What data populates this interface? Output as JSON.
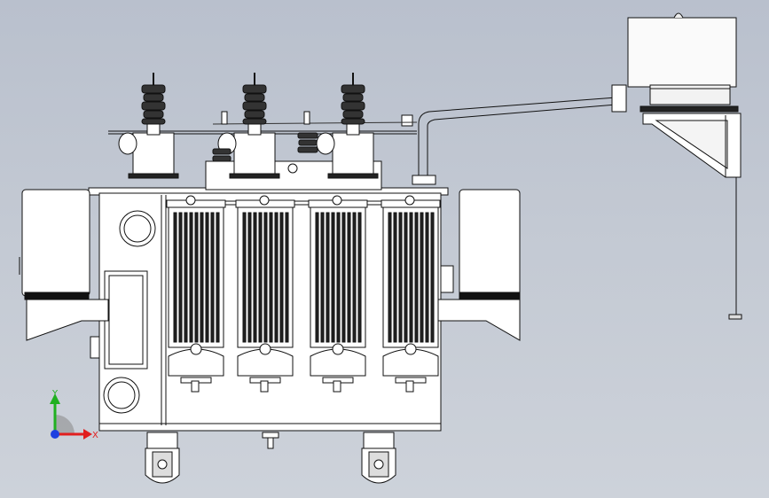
{
  "app": {
    "view": "cad-model-viewport"
  },
  "model": {
    "name": "oil-immersed-transformer-with-conservator",
    "bushing_count": 3,
    "radiator_count": 4,
    "wheel_count": 2
  },
  "triad": {
    "x_label": "X",
    "y_label": "Y",
    "x_color": "#e11e1e",
    "y_color": "#20b020",
    "z_color": "#1e40e0"
  },
  "colors": {
    "background_top": "#b9c0cd",
    "background_bottom": "#cdd2da",
    "part_fill": "#ffffff",
    "line": "#111111",
    "porcelain": "#3a3a3a"
  }
}
